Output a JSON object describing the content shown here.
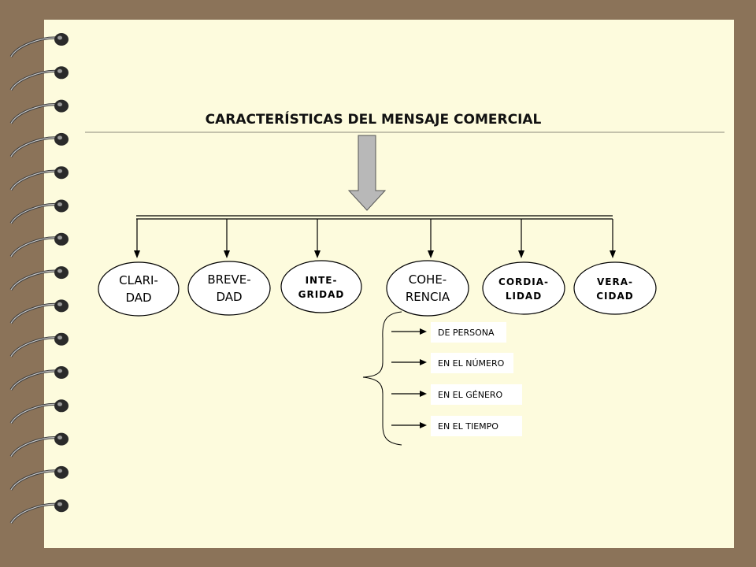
{
  "title": "CARACTERÍSTICAS DEL MENSAJE COMERCIAL",
  "nodes": [
    {
      "line1": "CLARI-",
      "line2": "DAD",
      "style": "normal"
    },
    {
      "line1": "BREVE-",
      "line2": "DAD",
      "style": "normal"
    },
    {
      "line1": "INTE-",
      "line2": "GRIDAD",
      "style": "bold"
    },
    {
      "line1": "COHE-",
      "line2": "RENCIA",
      "style": "normal"
    },
    {
      "line1": "CORDIA-",
      "line2": "LIDAD",
      "style": "bold"
    },
    {
      "line1": "VERA-",
      "line2": "CIDAD",
      "style": "bold"
    }
  ],
  "coherencia_items": [
    {
      "label": "DE PERSONA"
    },
    {
      "label": "EN EL NÚMERO"
    },
    {
      "label": "EN EL GÉNERO"
    },
    {
      "label": "EN EL TIEMPO"
    }
  ],
  "colors": {
    "background": "#8b7359",
    "paper": "#fdfbdd",
    "arrow_fill": "#b8b8b8",
    "ring": "#555555"
  }
}
